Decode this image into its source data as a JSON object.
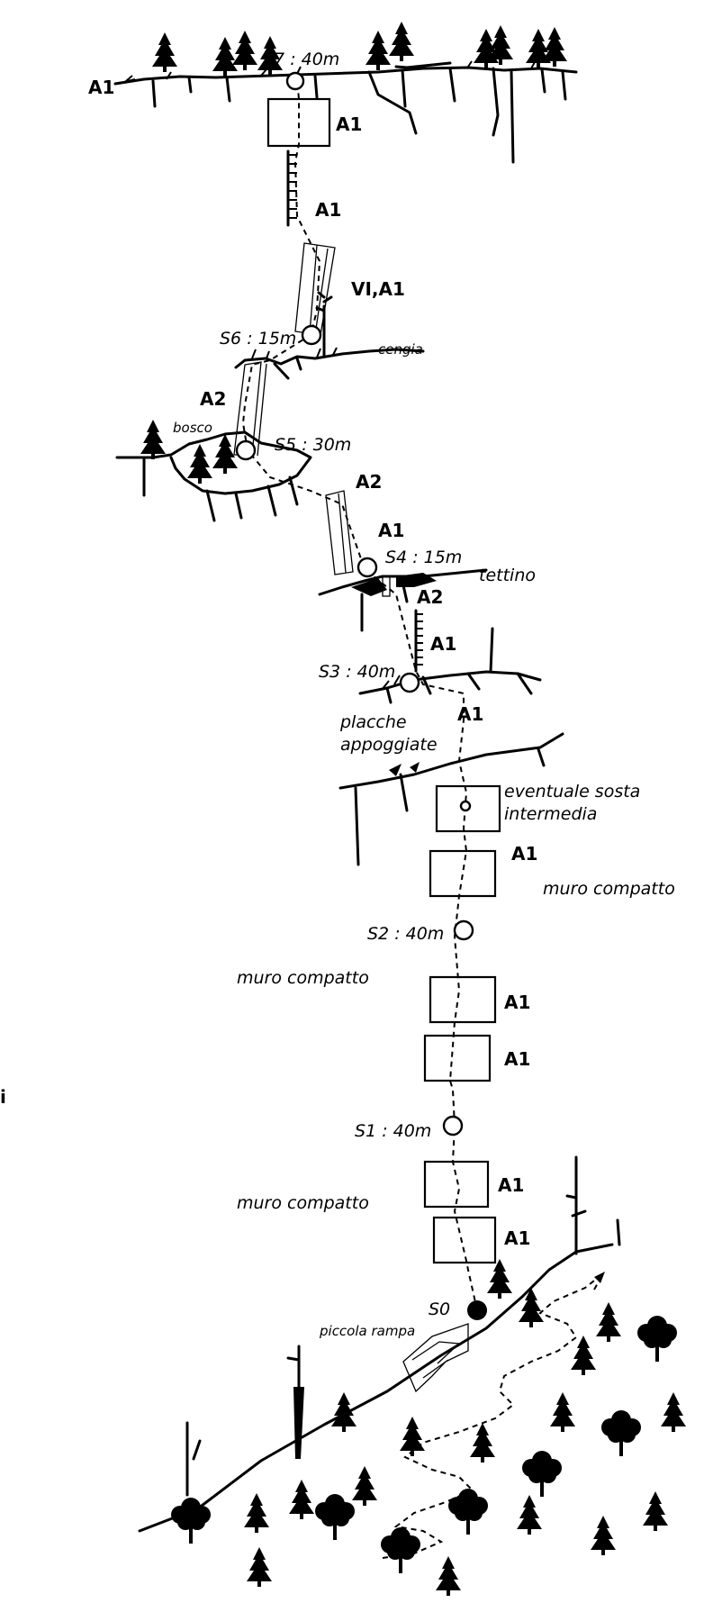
{
  "title": "",
  "belays": [
    {
      "id": "s0",
      "label": "S0",
      "filled": true
    },
    {
      "id": "s1",
      "label": "S1 : 40m",
      "filled": false
    },
    {
      "id": "s2",
      "label": "S2 : 40m",
      "filled": false
    },
    {
      "id": "s3",
      "label": "S3 : 40m",
      "filled": false
    },
    {
      "id": "s4",
      "label": "S4 : 15m",
      "filled": false
    },
    {
      "id": "s5",
      "label": "S5 : 30m",
      "filled": false
    },
    {
      "id": "s6",
      "label": "S6 : 15m",
      "filled": false
    },
    {
      "id": "s7",
      "label": "S7 : 40m",
      "filled": false
    }
  ],
  "grades": {
    "top_left": "A1",
    "p7_box": "A1",
    "p7_ladder": "A1",
    "p6": "VI,A1",
    "p5": "A2",
    "p4_upper": "A2",
    "p4_lower": "A1",
    "roof": "A2",
    "p3_upper": "A1",
    "p3_slab": "A1",
    "p2_box": "A1",
    "p1_box_upper": "A1",
    "p1_box_lower": "A1",
    "p0_box_upper": "A1",
    "p0_box_lower": "A1"
  },
  "notes": {
    "cengia": "cengia",
    "bosco": "bosco",
    "tettino": "tettino",
    "placche_line1": "placche",
    "placche_line2": "appoggiate",
    "sosta_line1": "eventuale sosta",
    "sosta_line2": "intermedia",
    "muro_right": "muro compatto",
    "muro_mid": "muro compatto",
    "muro_low": "muro compatto",
    "rampa": "piccola rampa",
    "edge_mark": "i"
  }
}
